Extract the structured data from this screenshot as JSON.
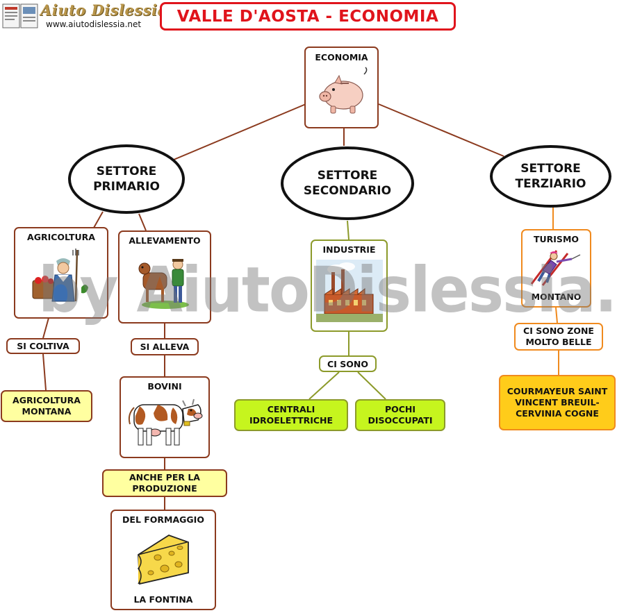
{
  "header": {
    "logo_title": "Aiuto Dislessia",
    "logo_url": "www.aiutodislessia.net",
    "title": "VALLE D'AOSTA - ECONOMIA"
  },
  "watermark": "by AiutoDislessia.net",
  "root": {
    "label": "ECONOMIA"
  },
  "sectors": {
    "primario": "SETTORE PRIMARIO",
    "secondario": "SETTORE SECONDARIO",
    "terziario": "SETTORE TERZIARIO"
  },
  "primario": {
    "agricoltura": "AGRICOLTURA",
    "si_coltiva": "SI COLTIVA",
    "agricoltura_montana": "AGRICOLTURA MONTANA",
    "allevamento": "ALLEVAMENTO",
    "si_alleva": "SI ALLEVA",
    "bovini": "BOVINI",
    "anche_produzione": "ANCHE PER LA PRODUZIONE",
    "del_formaggio": "DEL FORMAGGIO",
    "la_fontina": "LA FONTINA"
  },
  "secondario": {
    "industrie": "INDUSTRIE",
    "ci_sono": "CI SONO",
    "centrali": "CENTRALI IDROELETTRICHE",
    "pochi_disoccupati": "POCHI DISOCCUPATI"
  },
  "terziario": {
    "turismo": "TURISMO",
    "montano": "MONTANO",
    "ci_sono_zone": "CI SONO ZONE MOLTO BELLE",
    "localita": "COURMAYEUR SAINT VINCENT BREUIL-CERVINIA COGNE"
  },
  "colors": {
    "title_red": "#e0141c",
    "brown": "#8b3a1e",
    "olive": "#8c9a2a",
    "orange": "#f08a1e",
    "yellow_fill": "#ffffa0",
    "green_fill": "#c6f51e",
    "orange_fill": "#ffcc1a"
  },
  "icons": [
    "piggy-bank-icon",
    "farmer-icon",
    "farmer-cow-icon",
    "cow-icon",
    "cheese-icon",
    "factory-icon",
    "skier-icon",
    "logo-book-icon"
  ]
}
